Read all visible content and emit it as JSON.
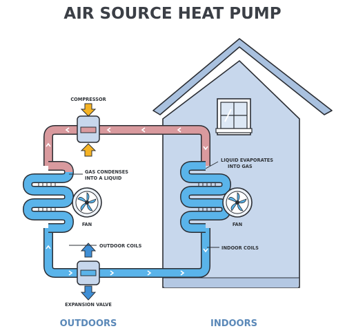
{
  "title": "AIR SOURCE HEAT PUMP",
  "labels": {
    "compressor": "COMPRESSOR",
    "gas_condenses": [
      "GAS CONDENSES",
      "INTO A LIQUID"
    ],
    "liquid_evaporates": [
      "LIQUID EVAPORATES",
      "INTO GAS"
    ],
    "fan_outdoor": "FAN",
    "fan_indoor": "FAN",
    "outdoor_coils": "OUTDOOR COILS",
    "indoor_coils": "INDOOR COILS",
    "expansion_valve": "EXPANSION VALVE"
  },
  "zones": {
    "outdoors": "OUTDOORS",
    "indoors": "INDOORS"
  },
  "colors": {
    "hot_pipe": "#d99a9e",
    "cold_pipe": "#5ab4ea",
    "pipe_outline": "#2a2d33",
    "house_wall": "#c7d7ec",
    "house_roof": "#a9c1df",
    "arrow_hot": "#f5b324",
    "arrow_cold": "#3f8fd6",
    "zone_text": "#5a88b8"
  },
  "icons": [
    "fan-icon",
    "window-icon",
    "flow-arrow-icon"
  ]
}
